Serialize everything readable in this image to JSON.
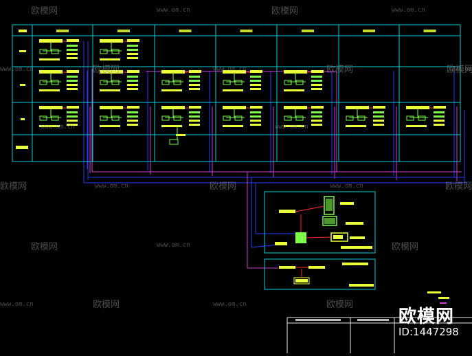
{
  "colors": {
    "background": "#000000",
    "grid": "#00d0d8",
    "box_fill": "#e8ff3a",
    "device_fill": "#7dff4a",
    "wire_blue": "#2a3cff",
    "wire_magenta": "#d23cd8",
    "wire_red": "#ff2a2a",
    "frame_white": "#e8e8e8"
  },
  "watermark": {
    "logo_text": "欧模网",
    "url_text": "www.om.cn"
  },
  "brand": {
    "name": "欧模网",
    "id_text": "ID:1447298"
  },
  "diagram": {
    "columns": 7,
    "rows": 4,
    "row1_filled_columns": 2,
    "row2_filled_columns": 5,
    "row3_filled_columns": 7
  }
}
